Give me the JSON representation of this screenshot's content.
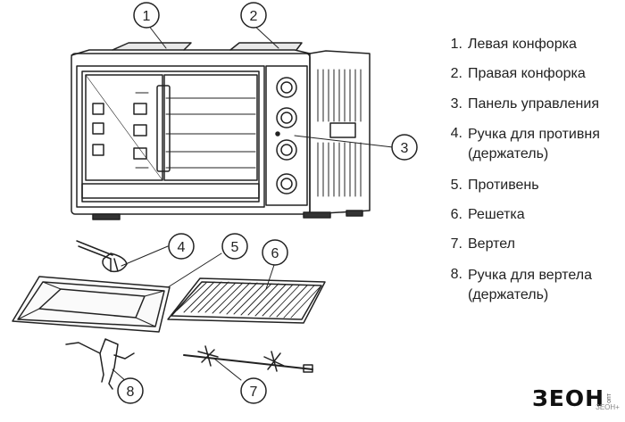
{
  "callouts": [
    "1",
    "2",
    "3",
    "4",
    "5",
    "6",
    "7",
    "8"
  ],
  "legend": [
    {
      "num": "1.",
      "text": "Левая конфорка"
    },
    {
      "num": "2.",
      "text": "Правая конфорка"
    },
    {
      "num": "3.",
      "text": "Панель управления"
    },
    {
      "num": "4.",
      "text": "Ручка для противня (держатель)"
    },
    {
      "num": "5.",
      "text": "Противень"
    },
    {
      "num": "6.",
      "text": "Решетка"
    },
    {
      "num": "7.",
      "text": "Вертел"
    },
    {
      "num": "8.",
      "text": "Ручка для вертела (держатель)"
    }
  ],
  "logo": {
    "mark": "ЗEOH",
    "small": "опт",
    "sub": "ЗEOH+"
  },
  "colors": {
    "line": "#222222",
    "background": "#ffffff"
  }
}
